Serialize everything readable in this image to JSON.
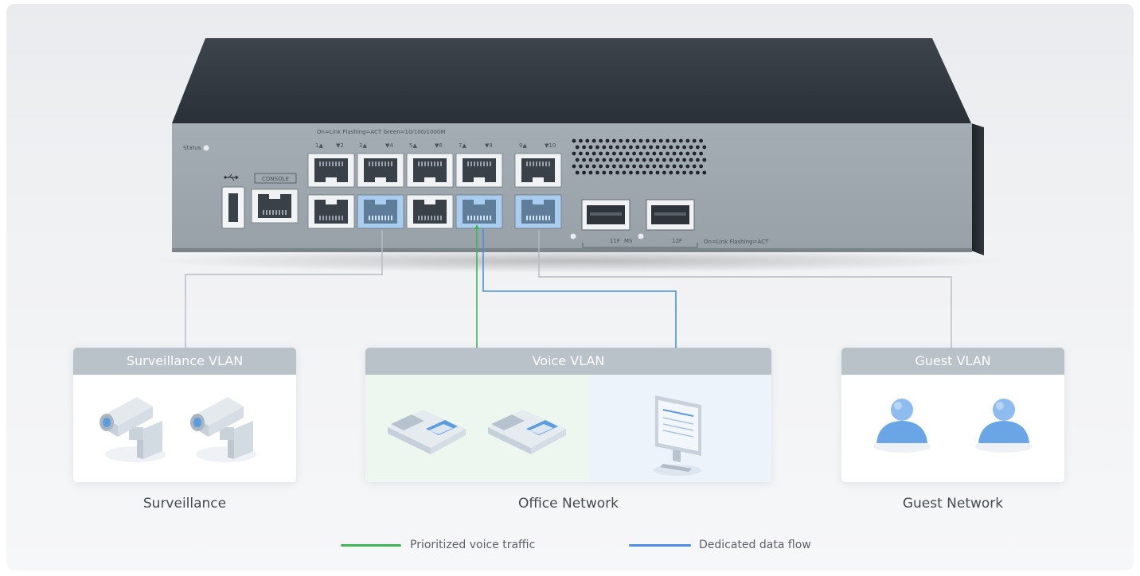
{
  "device": {
    "status_label": "Status",
    "console_label": "CONSOLE",
    "led_legend": "On=Link  Flashing=ACT  Green=10/100/1000M",
    "port_labels": [
      "1▲",
      "▼2",
      "3▲",
      "▼4",
      "5▲",
      "▼6",
      "7▲",
      "▼8",
      "9▲",
      "▼10"
    ],
    "sfp_labels": [
      "11F",
      "MS",
      "12F"
    ],
    "sfp_legend": "On=Link  Flashing=ACT"
  },
  "vlans": [
    {
      "header": "Surveillance VLAN",
      "caption": "Surveillance",
      "icon": "security-camera-icon"
    },
    {
      "header": "Voice VLAN",
      "caption": "Office Network",
      "icon": "ip-phone-icon"
    },
    {
      "header": "Guest VLAN",
      "caption": "Guest Network",
      "icon": "user-icon"
    }
  ],
  "legend": {
    "voice": {
      "label": "Prioritized voice traffic",
      "color": "#3fb556"
    },
    "data": {
      "label": "Dedicated data flow",
      "color": "#4a8fe0"
    }
  },
  "colors": {
    "connector": "#b4bbc2",
    "highlight_port": "#a9cdee",
    "card_header": "#b9c1c9"
  }
}
